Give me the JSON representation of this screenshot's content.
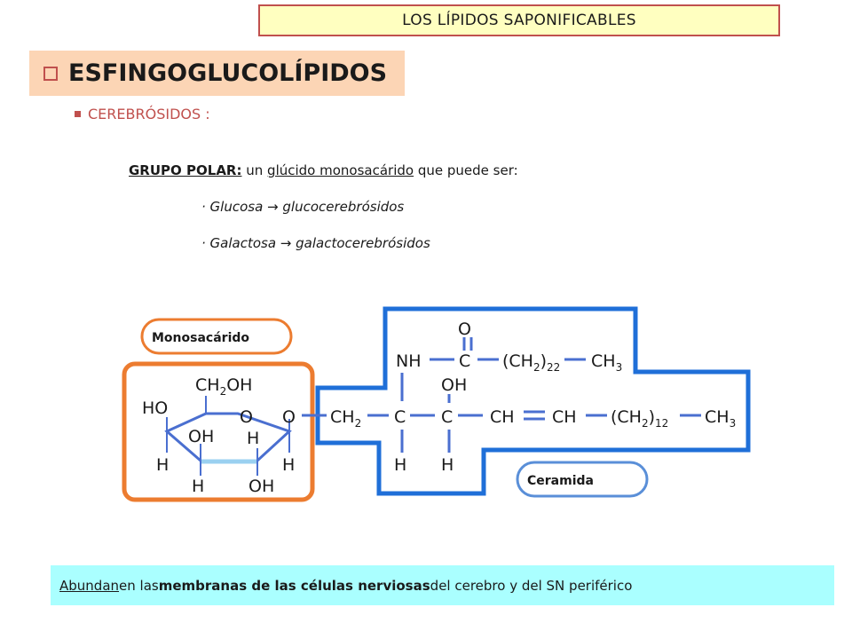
{
  "header": {
    "title": "LOS LÍPIDOS SAPONIFICABLES"
  },
  "section": {
    "title": "ESFINGOGLUCOLÍPIDOS"
  },
  "subsection": {
    "title": "CEREBRÓSIDOS :"
  },
  "polar": {
    "label": "GRUPO POLAR:",
    "text_before": " un ",
    "underlined": "glúcido monosacárido",
    "text_after": " que puede ser:"
  },
  "options": [
    {
      "prefix": "· Glucosa ",
      "arrow": "→",
      "result": " glucocerebrósidos"
    },
    {
      "prefix": "· Galactosa ",
      "arrow": "→",
      "result": " galactocerebrósidos"
    }
  ],
  "diagram": {
    "monosacarido_label": "Monosacárido",
    "ceramida_label": "Ceramida",
    "colors": {
      "orange": "#ec7c30",
      "blue": "#1f6fd8",
      "label_blue": "#5a8fd8",
      "ring_blue": "#4a6fd0"
    },
    "atoms": {
      "ch2oh_main": "CH",
      "ch2oh_sub": "2",
      "ch2oh_end": "OH",
      "ho": "HO",
      "ring_o": "O",
      "oh": "OH",
      "h": "H",
      "link_o": "O",
      "nh": "NH",
      "c": "C",
      "carbonyl_o": "O",
      "ch2_22_main": "(CH",
      "ch2_22_sub": "2",
      "ch2_22_close": ")",
      "ch2_22_n": "22",
      "ch3_main": "CH",
      "ch3_sub": "3",
      "ch2_main": "CH",
      "ch2_sub": "2",
      "ch": "CH",
      "ch2_12_n": "12"
    }
  },
  "footer": {
    "abundan": "Abundan",
    "t1": " en las ",
    "bold": "membranas de las células nerviosas",
    "t2": " del cerebro y del SN periférico"
  }
}
